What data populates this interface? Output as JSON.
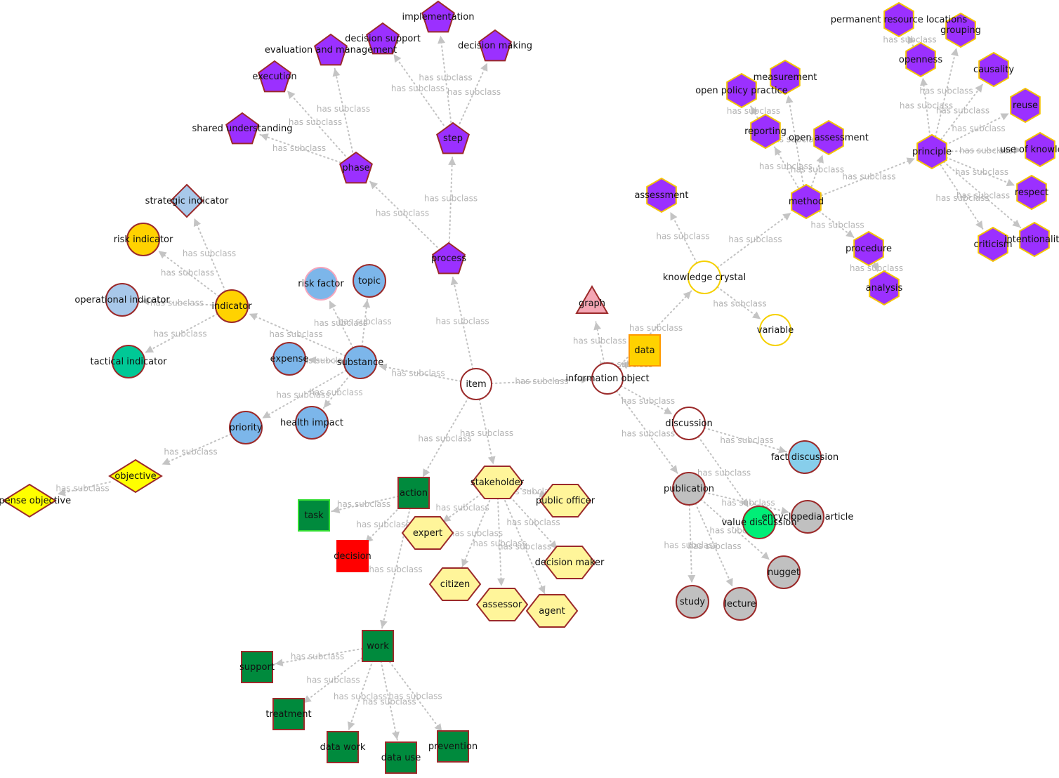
{
  "graph": {
    "default_edge_label": "has subclass",
    "palette": {
      "brown_border": "#9b2a2a",
      "gold_border": "#f5c400",
      "purple": "#9b30ff",
      "yellow_hex": "#fff59a",
      "green_box": "#008a3d",
      "blue": "#7cb6ea",
      "orange": "#ffd200",
      "grey": "#c0c0c0"
    },
    "nodes": [
      {
        "id": "item",
        "label": "item",
        "shape": "circle",
        "fill": "#ffffff",
        "stroke": "#9b2a2a"
      },
      {
        "id": "process",
        "label": "process",
        "shape": "pentagon",
        "fill": "#9b30ff",
        "stroke": "#9b2a2a"
      },
      {
        "id": "step",
        "label": "step",
        "shape": "pentagon",
        "fill": "#9b30ff",
        "stroke": "#9b2a2a"
      },
      {
        "id": "phase",
        "label": "phase",
        "shape": "pentagon",
        "fill": "#9b30ff",
        "stroke": "#9b2a2a"
      },
      {
        "id": "implementation",
        "label": "implementation",
        "shape": "pentagon",
        "fill": "#9b30ff",
        "stroke": "#9b2a2a"
      },
      {
        "id": "decision_support",
        "label": "decision support",
        "shape": "pentagon",
        "fill": "#9b30ff",
        "stroke": "#9b2a2a"
      },
      {
        "id": "decision_making",
        "label": "decision making",
        "shape": "pentagon",
        "fill": "#9b30ff",
        "stroke": "#9b2a2a"
      },
      {
        "id": "evaluation",
        "label": "evaluation and management",
        "shape": "pentagon",
        "fill": "#9b30ff",
        "stroke": "#9b2a2a"
      },
      {
        "id": "execution",
        "label": "execution",
        "shape": "pentagon",
        "fill": "#9b30ff",
        "stroke": "#9b2a2a"
      },
      {
        "id": "shared_understanding",
        "label": "shared understanding",
        "shape": "pentagon",
        "fill": "#9b30ff",
        "stroke": "#9b2a2a"
      },
      {
        "id": "substance",
        "label": "substance",
        "shape": "circle",
        "fill": "#7cb6ea",
        "stroke": "#9b2a2a"
      },
      {
        "id": "risk_factor",
        "label": "risk factor",
        "shape": "circle",
        "fill": "#7cb6ea",
        "stroke": "#f4a6bd"
      },
      {
        "id": "topic",
        "label": "topic",
        "shape": "circle",
        "fill": "#7cb6ea",
        "stroke": "#9b2a2a"
      },
      {
        "id": "expense",
        "label": "expense",
        "shape": "circle",
        "fill": "#7cb6ea",
        "stroke": "#9b2a2a"
      },
      {
        "id": "health_impact",
        "label": "health impact",
        "shape": "circle",
        "fill": "#7cb6ea",
        "stroke": "#9b2a2a"
      },
      {
        "id": "priority",
        "label": "priority",
        "shape": "circle",
        "fill": "#7cb6ea",
        "stroke": "#9b2a2a"
      },
      {
        "id": "indicator",
        "label": "indicator",
        "shape": "circle",
        "fill": "#ffd200",
        "stroke": "#9b2a2a"
      },
      {
        "id": "risk_indicator",
        "label": "risk indicator",
        "shape": "circle",
        "fill": "#ffd200",
        "stroke": "#9b2a2a"
      },
      {
        "id": "strategic_indicator",
        "label": "strategic indicator",
        "shape": "diamond",
        "fill": "#a8c8ea",
        "stroke": "#9b2a2a"
      },
      {
        "id": "operational_indicator",
        "label": "operational indicator",
        "shape": "circle",
        "fill": "#a8c8ea",
        "stroke": "#9b2a2a"
      },
      {
        "id": "tactical_indicator",
        "label": "tactical indicator",
        "shape": "circle",
        "fill": "#00c896",
        "stroke": "#9b2a2a"
      },
      {
        "id": "objective",
        "label": "objective",
        "shape": "diamond",
        "fill": "#ffff00",
        "stroke": "#9b2a2a"
      },
      {
        "id": "expense_objective",
        "label": "expense objective",
        "shape": "diamond",
        "fill": "#ffff00",
        "stroke": "#9b2a2a"
      },
      {
        "id": "action",
        "label": "action",
        "shape": "square",
        "fill": "#008a3d",
        "stroke": "#9b2a2a"
      },
      {
        "id": "task",
        "label": "task",
        "shape": "square",
        "fill": "#008a3d",
        "stroke": "#33dd33"
      },
      {
        "id": "decision",
        "label": "decision",
        "shape": "square",
        "fill": "#ff0000",
        "stroke": "#ff0000"
      },
      {
        "id": "work",
        "label": "work",
        "shape": "square",
        "fill": "#008a3d",
        "stroke": "#9b2a2a"
      },
      {
        "id": "support",
        "label": "support",
        "shape": "square",
        "fill": "#008a3d",
        "stroke": "#9b2a2a"
      },
      {
        "id": "treatment",
        "label": "treatment",
        "shape": "square",
        "fill": "#008a3d",
        "stroke": "#9b2a2a"
      },
      {
        "id": "data_work",
        "label": "data work",
        "shape": "square",
        "fill": "#008a3d",
        "stroke": "#9b2a2a"
      },
      {
        "id": "data_use",
        "label": "data use",
        "shape": "square",
        "fill": "#008a3d",
        "stroke": "#9b2a2a"
      },
      {
        "id": "prevention",
        "label": "prevention",
        "shape": "square",
        "fill": "#008a3d",
        "stroke": "#9b2a2a"
      },
      {
        "id": "stakeholder",
        "label": "stakeholder",
        "shape": "hexagon",
        "fill": "#fff59a",
        "stroke": "#9b2a2a"
      },
      {
        "id": "public_officer",
        "label": "public officer",
        "shape": "hexagon",
        "fill": "#fff59a",
        "stroke": "#9b2a2a"
      },
      {
        "id": "expert",
        "label": "expert",
        "shape": "hexagon",
        "fill": "#fff59a",
        "stroke": "#9b2a2a"
      },
      {
        "id": "decision_maker",
        "label": "decision maker",
        "shape": "hexagon",
        "fill": "#fff59a",
        "stroke": "#9b2a2a"
      },
      {
        "id": "citizen",
        "label": "citizen",
        "shape": "hexagon",
        "fill": "#fff59a",
        "stroke": "#9b2a2a"
      },
      {
        "id": "assessor",
        "label": "assessor",
        "shape": "hexagon",
        "fill": "#fff59a",
        "stroke": "#9b2a2a"
      },
      {
        "id": "agent",
        "label": "agent",
        "shape": "hexagon",
        "fill": "#fff59a",
        "stroke": "#9b2a2a"
      },
      {
        "id": "information_object",
        "label": "information object",
        "shape": "circle",
        "fill": "#ffffff",
        "stroke": "#9b2a2a"
      },
      {
        "id": "graph",
        "label": "graph",
        "shape": "triangle",
        "fill": "#f4a6b4",
        "stroke": "#9b2a2a"
      },
      {
        "id": "data",
        "label": "data",
        "shape": "square",
        "fill": "#ffd200",
        "stroke": "#ff9900"
      },
      {
        "id": "knowledge_crystal",
        "label": "knowledge crystal",
        "shape": "circle",
        "fill": "#ffffff",
        "stroke": "#f5d000"
      },
      {
        "id": "variable",
        "label": "variable",
        "shape": "circle",
        "fill": "#ffffff",
        "stroke": "#f5d000"
      },
      {
        "id": "assessment",
        "label": "assessment",
        "shape": "octagon",
        "fill": "#9b30ff",
        "stroke": "#f5c400"
      },
      {
        "id": "method",
        "label": "method",
        "shape": "octagon",
        "fill": "#9b30ff",
        "stroke": "#f5c400"
      },
      {
        "id": "procedure",
        "label": "procedure",
        "shape": "hexagon",
        "fill": "#9b30ff",
        "stroke": "#f5c400"
      },
      {
        "id": "analysis",
        "label": "analysis",
        "shape": "hexagon",
        "fill": "#9b30ff",
        "stroke": "#f5c400"
      },
      {
        "id": "reporting",
        "label": "reporting",
        "shape": "hexagon",
        "fill": "#9b30ff",
        "stroke": "#f5c400"
      },
      {
        "id": "open_policy_practice",
        "label": "open policy practice",
        "shape": "hexagon",
        "fill": "#9b30ff",
        "stroke": "#f5c400"
      },
      {
        "id": "measurement",
        "label": "measurement",
        "shape": "hexagon",
        "fill": "#9b30ff",
        "stroke": "#f5c400"
      },
      {
        "id": "open_assessment",
        "label": "open assessment",
        "shape": "hexagon",
        "fill": "#9b30ff",
        "stroke": "#f5c400"
      },
      {
        "id": "principle",
        "label": "principle",
        "shape": "hexagon",
        "fill": "#9b30ff",
        "stroke": "#f5c400"
      },
      {
        "id": "openness",
        "label": "openness",
        "shape": "hexagon",
        "fill": "#9b30ff",
        "stroke": "#f5c400"
      },
      {
        "id": "permanent_resource_locations",
        "label": "permanent resource locations",
        "shape": "hexagon",
        "fill": "#9b30ff",
        "stroke": "#f5c400"
      },
      {
        "id": "grouping",
        "label": "grouping",
        "shape": "hexagon",
        "fill": "#9b30ff",
        "stroke": "#f5c400"
      },
      {
        "id": "causality",
        "label": "causality",
        "shape": "hexagon",
        "fill": "#9b30ff",
        "stroke": "#f5c400"
      },
      {
        "id": "reuse",
        "label": "reuse",
        "shape": "hexagon",
        "fill": "#9b30ff",
        "stroke": "#f5c400"
      },
      {
        "id": "use_of_knowledge",
        "label": "use of knowledge",
        "shape": "hexagon",
        "fill": "#9b30ff",
        "stroke": "#f5c400"
      },
      {
        "id": "respect",
        "label": "respect",
        "shape": "hexagon",
        "fill": "#9b30ff",
        "stroke": "#f5c400"
      },
      {
        "id": "intentionality",
        "label": "intentionality",
        "shape": "hexagon",
        "fill": "#9b30ff",
        "stroke": "#f5c400"
      },
      {
        "id": "criticism",
        "label": "criticism",
        "shape": "hexagon",
        "fill": "#9b30ff",
        "stroke": "#f5c400"
      },
      {
        "id": "discussion",
        "label": "discussion",
        "shape": "circle",
        "fill": "#ffffff",
        "stroke": "#9b2a2a"
      },
      {
        "id": "fact_discussion",
        "label": "fact discussion",
        "shape": "circle",
        "fill": "#87ceeb",
        "stroke": "#9b2a2a"
      },
      {
        "id": "value_discussion",
        "label": "value discussion",
        "shape": "circle",
        "fill": "#00ee77",
        "stroke": "#9b2a2a"
      },
      {
        "id": "publication",
        "label": "publication",
        "shape": "circle",
        "fill": "#c0c0c0",
        "stroke": "#9b2a2a"
      },
      {
        "id": "encyclopedia_article",
        "label": "encyclopedia article",
        "shape": "circle",
        "fill": "#c0c0c0",
        "stroke": "#9b2a2a"
      },
      {
        "id": "nugget",
        "label": "nugget",
        "shape": "circle",
        "fill": "#c0c0c0",
        "stroke": "#9b2a2a"
      },
      {
        "id": "study",
        "label": "study",
        "shape": "circle",
        "fill": "#c0c0c0",
        "stroke": "#9b2a2a"
      },
      {
        "id": "lecture",
        "label": "lecture",
        "shape": "circle",
        "fill": "#c0c0c0",
        "stroke": "#9b2a2a"
      }
    ],
    "edges": [
      {
        "from": "item",
        "to": "process"
      },
      {
        "from": "process",
        "to": "step"
      },
      {
        "from": "process",
        "to": "phase"
      },
      {
        "from": "step",
        "to": "implementation"
      },
      {
        "from": "step",
        "to": "decision_support"
      },
      {
        "from": "step",
        "to": "decision_making"
      },
      {
        "from": "phase",
        "to": "evaluation"
      },
      {
        "from": "phase",
        "to": "execution"
      },
      {
        "from": "phase",
        "to": "shared_understanding"
      },
      {
        "from": "item",
        "to": "substance"
      },
      {
        "from": "substance",
        "to": "risk_factor"
      },
      {
        "from": "substance",
        "to": "topic"
      },
      {
        "from": "substance",
        "to": "expense"
      },
      {
        "from": "substance",
        "to": "health_impact"
      },
      {
        "from": "substance",
        "to": "priority"
      },
      {
        "from": "substance",
        "to": "indicator"
      },
      {
        "from": "indicator",
        "to": "risk_indicator"
      },
      {
        "from": "indicator",
        "to": "strategic_indicator"
      },
      {
        "from": "indicator",
        "to": "operational_indicator"
      },
      {
        "from": "indicator",
        "to": "tactical_indicator"
      },
      {
        "from": "priority",
        "to": "objective"
      },
      {
        "from": "objective",
        "to": "expense_objective"
      },
      {
        "from": "item",
        "to": "action"
      },
      {
        "from": "action",
        "to": "task"
      },
      {
        "from": "action",
        "to": "decision"
      },
      {
        "from": "action",
        "to": "work"
      },
      {
        "from": "work",
        "to": "support"
      },
      {
        "from": "work",
        "to": "treatment"
      },
      {
        "from": "work",
        "to": "data_work"
      },
      {
        "from": "work",
        "to": "data_use"
      },
      {
        "from": "work",
        "to": "prevention"
      },
      {
        "from": "item",
        "to": "stakeholder"
      },
      {
        "from": "stakeholder",
        "to": "public_officer"
      },
      {
        "from": "stakeholder",
        "to": "expert"
      },
      {
        "from": "stakeholder",
        "to": "decision_maker"
      },
      {
        "from": "stakeholder",
        "to": "citizen"
      },
      {
        "from": "stakeholder",
        "to": "assessor"
      },
      {
        "from": "stakeholder",
        "to": "agent"
      },
      {
        "from": "item",
        "to": "information_object"
      },
      {
        "from": "information_object",
        "to": "graph"
      },
      {
        "from": "information_object",
        "to": "data"
      },
      {
        "from": "information_object",
        "to": "knowledge_crystal"
      },
      {
        "from": "information_object",
        "to": "discussion"
      },
      {
        "from": "information_object",
        "to": "publication"
      },
      {
        "from": "knowledge_crystal",
        "to": "assessment"
      },
      {
        "from": "knowledge_crystal",
        "to": "variable"
      },
      {
        "from": "knowledge_crystal",
        "to": "method"
      },
      {
        "from": "method",
        "to": "procedure"
      },
      {
        "from": "procedure",
        "to": "analysis"
      },
      {
        "from": "method",
        "to": "reporting"
      },
      {
        "from": "reporting",
        "to": "open_policy_practice"
      },
      {
        "from": "method",
        "to": "measurement"
      },
      {
        "from": "method",
        "to": "open_assessment"
      },
      {
        "from": "method",
        "to": "principle"
      },
      {
        "from": "principle",
        "to": "openness"
      },
      {
        "from": "openness",
        "to": "permanent_resource_locations"
      },
      {
        "from": "principle",
        "to": "grouping"
      },
      {
        "from": "principle",
        "to": "causality"
      },
      {
        "from": "principle",
        "to": "reuse"
      },
      {
        "from": "principle",
        "to": "use_of_knowledge"
      },
      {
        "from": "principle",
        "to": "respect"
      },
      {
        "from": "principle",
        "to": "intentionality"
      },
      {
        "from": "principle",
        "to": "criticism"
      },
      {
        "from": "discussion",
        "to": "fact_discussion"
      },
      {
        "from": "discussion",
        "to": "value_discussion"
      },
      {
        "from": "publication",
        "to": "encyclopedia_article"
      },
      {
        "from": "publication",
        "to": "nugget"
      },
      {
        "from": "publication",
        "to": "study"
      },
      {
        "from": "publication",
        "to": "lecture"
      }
    ]
  }
}
